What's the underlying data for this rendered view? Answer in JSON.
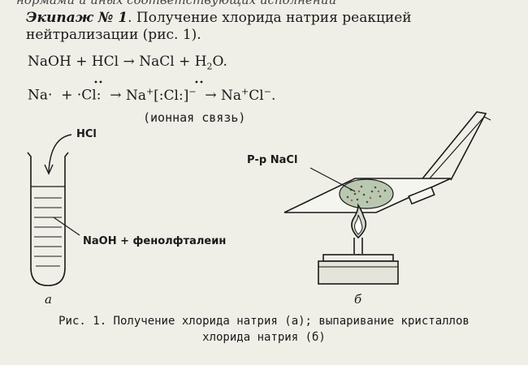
{
  "top_cut_text": "нормами и иных соответствующих исполнений",
  "heading": {
    "crew_label": "Экипаж № 1",
    "text": ". Получение хлорида натрия реакцией нейтрализации (рис. 1)."
  },
  "equation1": {
    "naoh": "NaOH",
    "plus1": "+",
    "hcl": "HCl",
    "arrow": "→",
    "nacl": "NaCl",
    "plus2": "+",
    "h2o_h": "H",
    "h2o_sub": "2",
    "h2o_o": "O."
  },
  "equation2": {
    "na": "Na·",
    "plus": "+",
    "cl": "·Cl:",
    "arrow1": "→",
    "na_ion": "Na",
    "na_charge": "+",
    "bracket_cl": "[:Cl:]",
    "cl_charge": "−",
    "arrow2": "→",
    "na2": "Na",
    "na2_charge": "+",
    "cl2": "Cl",
    "cl2_charge": "−",
    "end": "."
  },
  "ionic_bond_note": "(ионная связь)",
  "labels": {
    "hcl": "HCl",
    "naoh_phenol": "NaOH + фенолфталеин",
    "solution": "Р-р NaCl"
  },
  "sublabels": {
    "a": "а",
    "b": "б"
  },
  "caption": {
    "line1": "Рис. 1. Получение хлорида натрия (а); выпаривание кристаллов",
    "line2": "хлорида натрия (б)"
  }
}
